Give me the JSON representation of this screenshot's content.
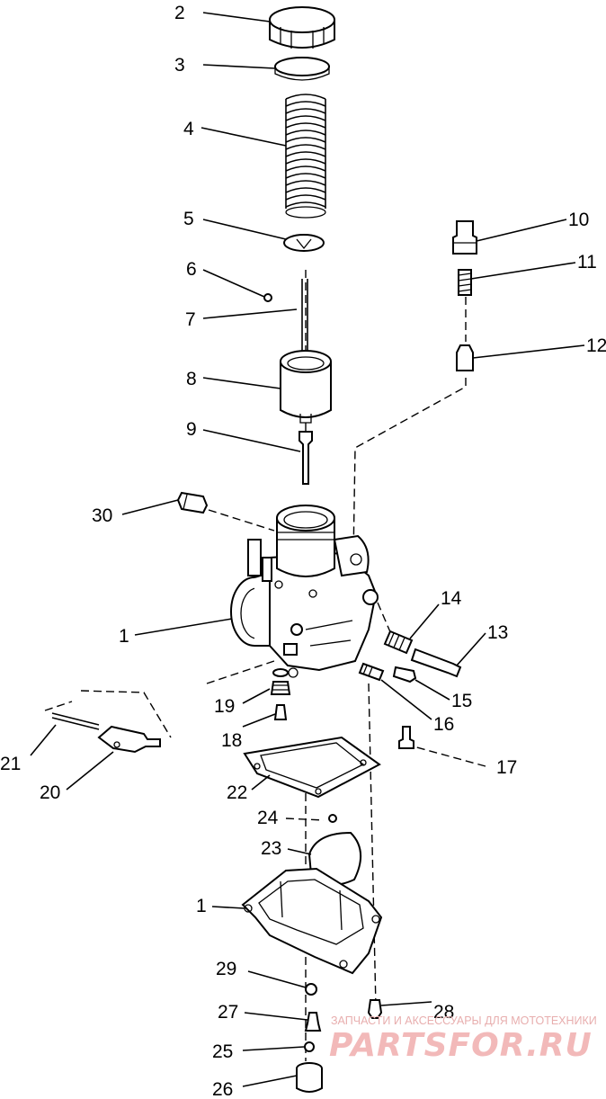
{
  "callouts": [
    "1",
    "2",
    "3",
    "4",
    "5",
    "6",
    "7",
    "8",
    "9",
    "10",
    "11",
    "12",
    "13",
    "14",
    "15",
    "16",
    "17",
    "18",
    "19",
    "20",
    "21",
    "22",
    "23",
    "24",
    "25",
    "26",
    "27",
    "28",
    "29",
    "30",
    "1"
  ],
  "watermark": {
    "tagline": "ЗАПЧАСТИ И АКСЕССУАРЫ ДЛЯ МОТОТЕХНИКИ",
    "brand": "PARTSFOR.RU"
  }
}
